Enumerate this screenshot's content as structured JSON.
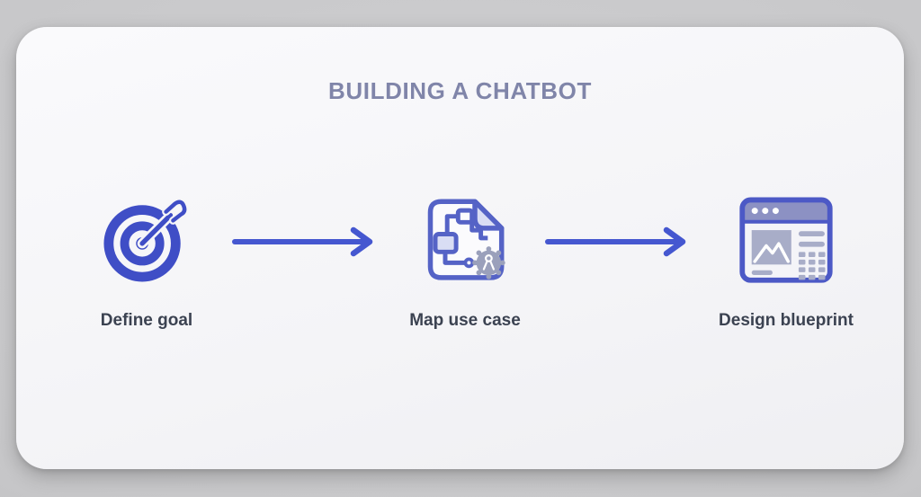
{
  "title": "BUILDING A CHATBOT",
  "steps": [
    {
      "id": "define-goal",
      "label": "Define goal",
      "icon": "target-dart-icon"
    },
    {
      "id": "map-use-case",
      "label": "Map use case",
      "icon": "flowchart-document-icon"
    },
    {
      "id": "design-blueprint",
      "label": "Design blueprint",
      "icon": "browser-wireframe-icon"
    }
  ],
  "connectors": [
    {
      "icon": "arrow-right-icon"
    },
    {
      "icon": "arrow-right-icon"
    }
  ],
  "colors": {
    "accent_blue": "#3f4ec6",
    "stroke_blue": "#5563c6",
    "arrow_blue": "#4557d0",
    "muted_purple": "#8c91c3",
    "light_lavender": "#d9ddf4",
    "icon_gray": "#a8adc8",
    "gear_gray": "#9aa0bb",
    "title_text": "#8085a9",
    "label_text": "#3b4251",
    "card_background": "#f6f6f8",
    "page_background": "#c7c7c9"
  }
}
